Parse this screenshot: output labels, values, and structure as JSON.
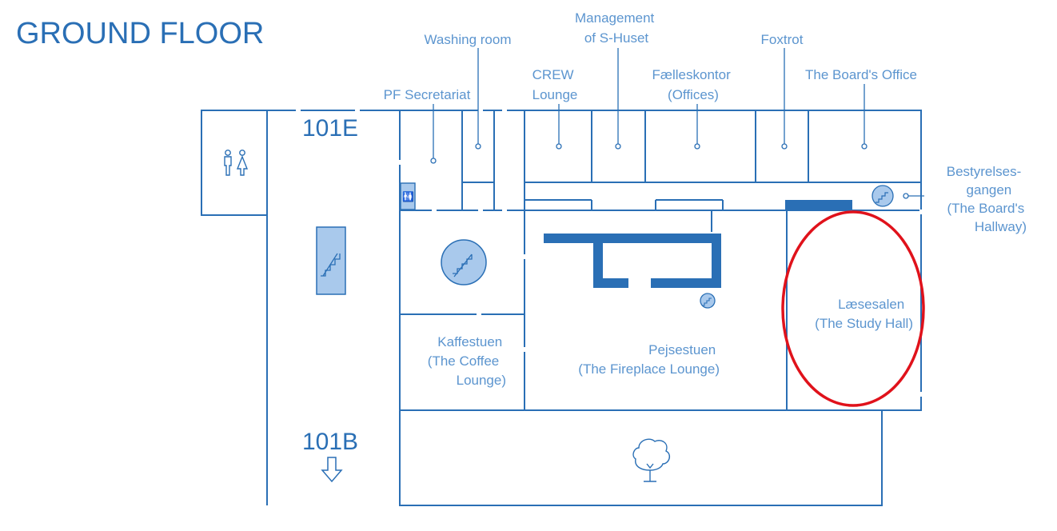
{
  "title": "GROUND FLOOR",
  "corridors": {
    "top": "101E",
    "bottom": "101B"
  },
  "rooms": {
    "washing_room": "Washing room",
    "management": [
      "Management",
      "of S-Huset"
    ],
    "foxtrot": "Foxtrot",
    "pf_secretariat": "PF Secretariat",
    "crew_lounge": [
      "CREW",
      "Lounge"
    ],
    "faelleskontor": [
      "Fælleskontor",
      "(Offices)"
    ],
    "boards_office": "The Board's Office",
    "bestyrelsesgangen": [
      "Bestyrelses-",
      "gangen",
      "(The Board's",
      "Hallway)"
    ],
    "laesesalen": [
      "Læsesalen",
      "(The Study Hall)"
    ],
    "kaffestuen": [
      "Kaffestuen",
      "(The Coffee",
      "Lounge)"
    ],
    "pejsestuen": [
      "Pejsestuen",
      "(The Fireplace Lounge)"
    ]
  },
  "icons": [
    "restroom-icon",
    "stairs-icon",
    "tree-icon",
    "arrow-down-icon"
  ],
  "highlight": {
    "target": "laesesalen",
    "color": "#e0121b"
  },
  "colors": {
    "line": "#2a6fb5",
    "text": "#5c95cf",
    "fill": "#a9c9ec"
  }
}
